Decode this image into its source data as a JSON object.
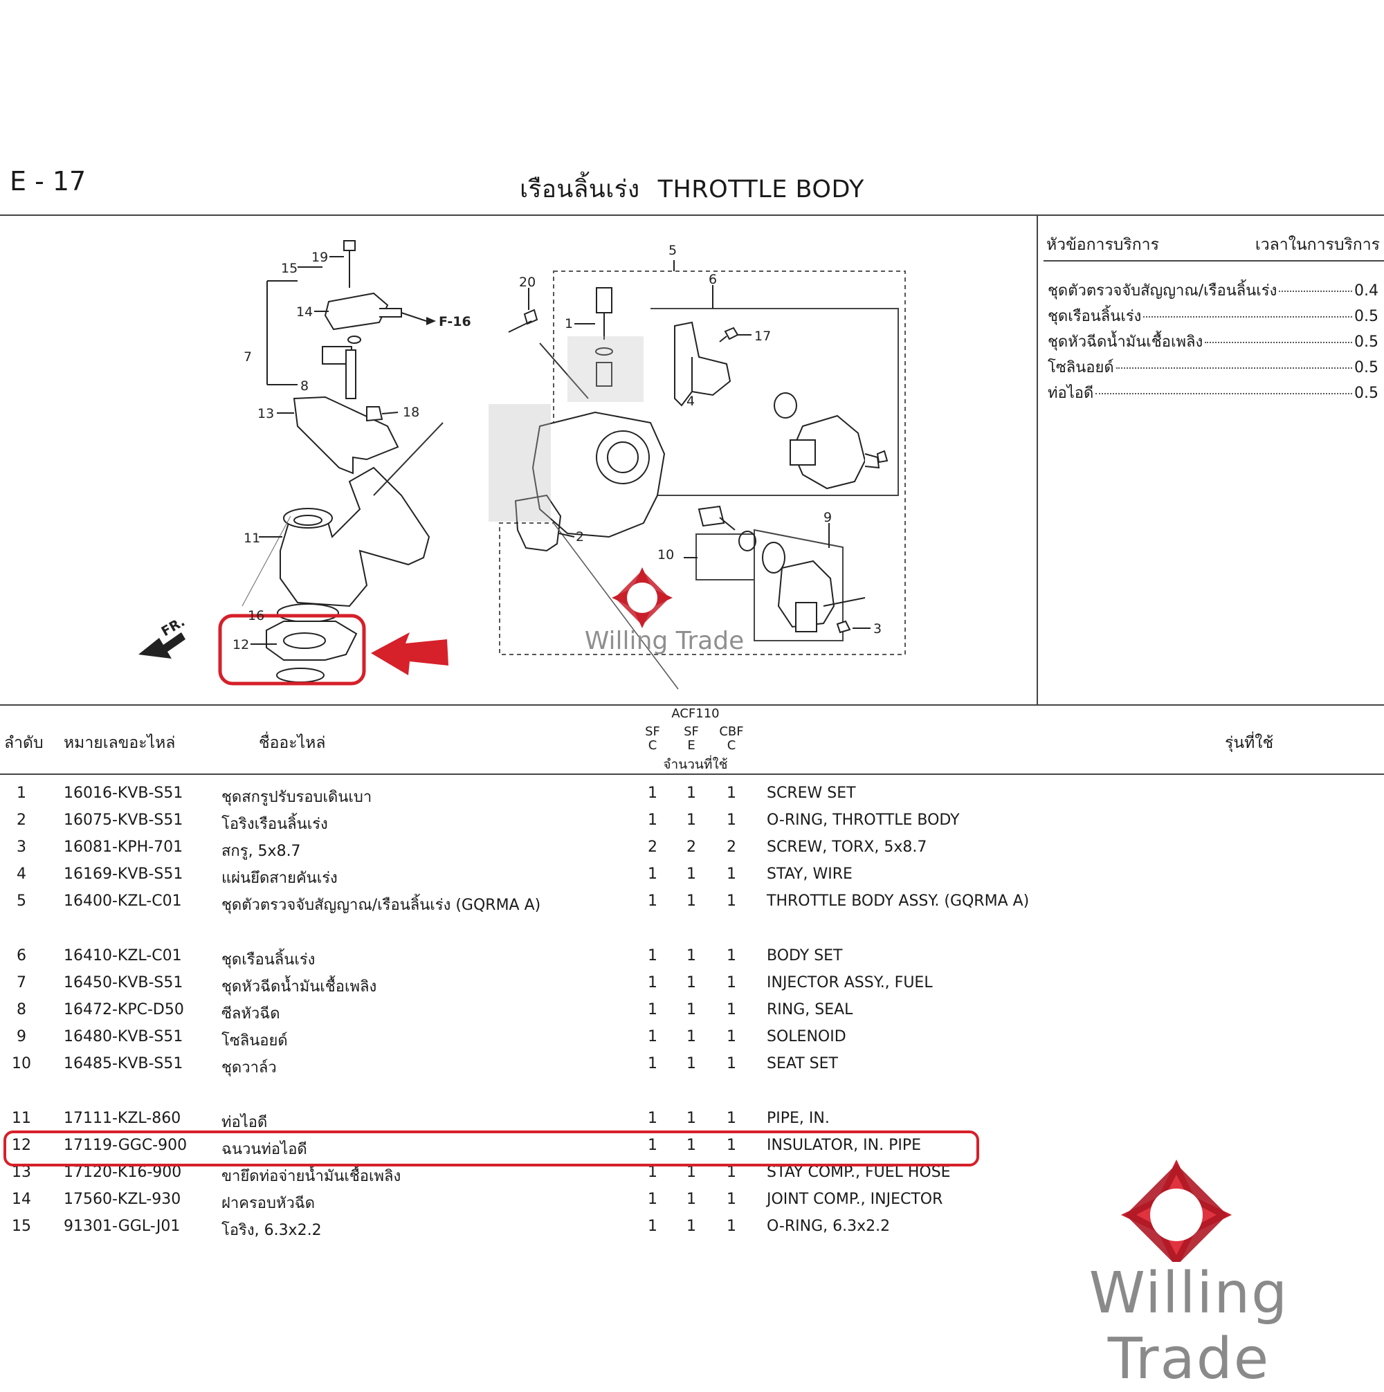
{
  "page": {
    "code": "E - 17",
    "title_th": "เรือนลิ้นเร่ง",
    "title_en": "THROTTLE BODY"
  },
  "diagram": {
    "callouts": [
      "19",
      "14",
      "F-16",
      "15",
      "7",
      "8",
      "13",
      "18",
      "11",
      "16",
      "12",
      "10",
      "5",
      "20",
      "1",
      "6",
      "17",
      "4",
      "2",
      "9",
      "3",
      "FR."
    ],
    "watermark": "Willing Trade"
  },
  "service": {
    "header_item": "หัวข้อการบริการ",
    "header_time": "เวลาในการบริการ",
    "items": [
      {
        "name": "ชุดตัวตรวจจับสัญญาณ/เรือนลิ้นเร่ง",
        "time": "0.4"
      },
      {
        "name": "ชุดเรือนลิ้นเร่ง",
        "time": "0.5"
      },
      {
        "name": "ชุดหัวฉีดน้ำมันเชื้อเพลิง",
        "time": "0.5"
      },
      {
        "name": "โซลินอยด์",
        "time": "0.5"
      },
      {
        "name": "ท่อไอดี",
        "time": "0.5"
      }
    ]
  },
  "table": {
    "col_no": "ลำดับ",
    "col_partno": "หมายเลขอะไหล่",
    "col_name": "ชื่ออะไหล่",
    "model_group": "ACF110",
    "models": [
      {
        "line1": "SF",
        "line2": "C"
      },
      {
        "line1": "SF",
        "line2": "E"
      },
      {
        "line1": "CBF",
        "line2": "C"
      }
    ],
    "qty_label": "จำนวนที่ใช้",
    "col_models": "รุ่นที่ใช้",
    "rows": [
      {
        "no": "1",
        "part_no": "16016-KVB-S51",
        "name_th": "ชุดสกรูปรับรอบเดินเบา",
        "q1": "1",
        "q2": "1",
        "q3": "1",
        "name_en": "SCREW SET"
      },
      {
        "no": "2",
        "part_no": "16075-KVB-S51",
        "name_th": "โอริงเรือนลิ้นเร่ง",
        "q1": "1",
        "q2": "1",
        "q3": "1",
        "name_en": "O-RING, THROTTLE BODY"
      },
      {
        "no": "3",
        "part_no": "16081-KPH-701",
        "name_th": "สกรู, 5x8.7",
        "q1": "2",
        "q2": "2",
        "q3": "2",
        "name_en": "SCREW, TORX, 5x8.7"
      },
      {
        "no": "4",
        "part_no": "16169-KVB-S51",
        "name_th": "แผ่นยึดสายคันเร่ง",
        "q1": "1",
        "q2": "1",
        "q3": "1",
        "name_en": "STAY, WIRE"
      },
      {
        "no": "5",
        "part_no": "16400-KZL-C01",
        "name_th": "ชุดตัวตรวจจับสัญญาณ/เรือนลิ้นเร่ง (GQRMA A)",
        "q1": "1",
        "q2": "1",
        "q3": "1",
        "name_en": "THROTTLE BODY ASSY. (GQRMA A)"
      },
      {
        "no": "6",
        "part_no": "16410-KZL-C01",
        "name_th": "ชุดเรือนลิ้นเร่ง",
        "q1": "1",
        "q2": "1",
        "q3": "1",
        "name_en": "BODY SET"
      },
      {
        "no": "7",
        "part_no": "16450-KVB-S51",
        "name_th": "ชุดหัวฉีดน้ำมันเชื้อเพลิง",
        "q1": "1",
        "q2": "1",
        "q3": "1",
        "name_en": "INJECTOR ASSY., FUEL"
      },
      {
        "no": "8",
        "part_no": "16472-KPC-D50",
        "name_th": "ซีลหัวฉีด",
        "q1": "1",
        "q2": "1",
        "q3": "1",
        "name_en": "RING, SEAL"
      },
      {
        "no": "9",
        "part_no": "16480-KVB-S51",
        "name_th": "โซลินอยด์",
        "q1": "1",
        "q2": "1",
        "q3": "1",
        "name_en": "SOLENOID"
      },
      {
        "no": "10",
        "part_no": "16485-KVB-S51",
        "name_th": "ชุดวาล์ว",
        "q1": "1",
        "q2": "1",
        "q3": "1",
        "name_en": "SEAT SET"
      },
      {
        "no": "11",
        "part_no": "17111-KZL-860",
        "name_th": "ท่อไอดี",
        "q1": "1",
        "q2": "1",
        "q3": "1",
        "name_en": "PIPE, IN."
      },
      {
        "no": "12",
        "part_no": "17119-GGC-900",
        "name_th": "ฉนวนท่อไอดี",
        "q1": "1",
        "q2": "1",
        "q3": "1",
        "name_en": "INSULATOR, IN. PIPE"
      },
      {
        "no": "13",
        "part_no": "17120-K16-900",
        "name_th": "ขายึดท่อจ่ายน้ำมันเชื้อเพลิง",
        "q1": "1",
        "q2": "1",
        "q3": "1",
        "name_en": "STAY COMP., FUEL HOSE"
      },
      {
        "no": "14",
        "part_no": "17560-KZL-930",
        "name_th": "ฝาครอบหัวฉีด",
        "q1": "1",
        "q2": "1",
        "q3": "1",
        "name_en": "JOINT COMP., INJECTOR"
      },
      {
        "no": "15",
        "part_no": "91301-GGL-J01",
        "name_th": "โอริง, 6.3x2.2",
        "q1": "1",
        "q2": "1",
        "q3": "1",
        "name_en": "O-RING, 6.3x2.2"
      }
    ]
  },
  "watermark": {
    "text": "Willing Trade",
    "color": "#c8202c"
  },
  "colors": {
    "highlight": "#d6202a"
  }
}
